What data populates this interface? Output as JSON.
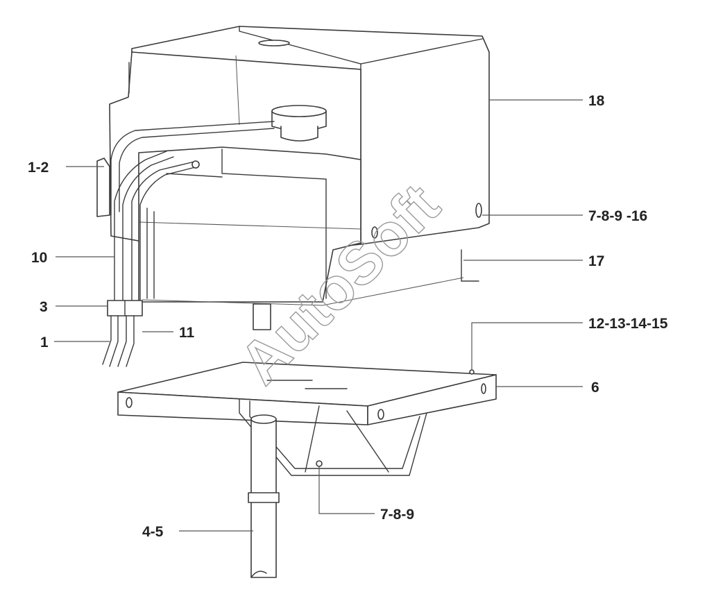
{
  "watermark": "AutoSoft",
  "callouts": [
    {
      "id": "c18",
      "label": "18"
    },
    {
      "id": "c12",
      "label": "1-2"
    },
    {
      "id": "c78916",
      "label": "7-8-9 -16"
    },
    {
      "id": "c17",
      "label": "17"
    },
    {
      "id": "c10",
      "label": "10"
    },
    {
      "id": "c3",
      "label": "3"
    },
    {
      "id": "c11",
      "label": "11"
    },
    {
      "id": "c1",
      "label": "1"
    },
    {
      "id": "c12131415",
      "label": "12-13-14-15"
    },
    {
      "id": "c6",
      "label": "6"
    },
    {
      "id": "c789",
      "label": "7-8-9"
    },
    {
      "id": "c45",
      "label": "4-5"
    }
  ],
  "colors": {
    "line": "#3a3a3a",
    "text": "#222222",
    "watermark": "#9a9a9a",
    "background": "#ffffff"
  }
}
